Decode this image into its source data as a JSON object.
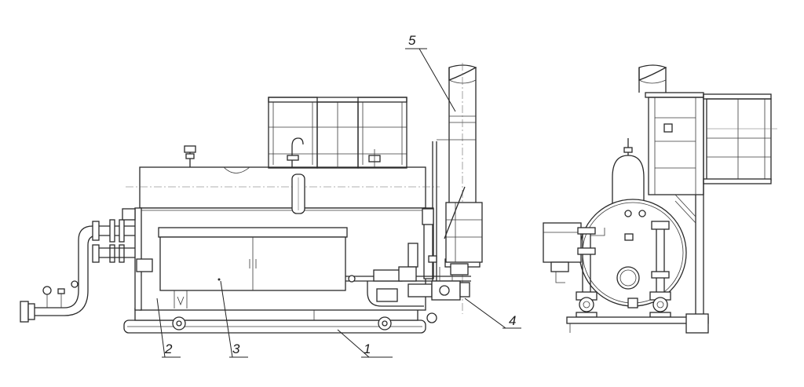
{
  "callouts": [
    {
      "id": "frame",
      "label": "1"
    },
    {
      "id": "left",
      "label": "2"
    },
    {
      "id": "panel",
      "label": "3"
    },
    {
      "id": "burner",
      "label": "4"
    },
    {
      "id": "stack",
      "label": "5"
    }
  ]
}
